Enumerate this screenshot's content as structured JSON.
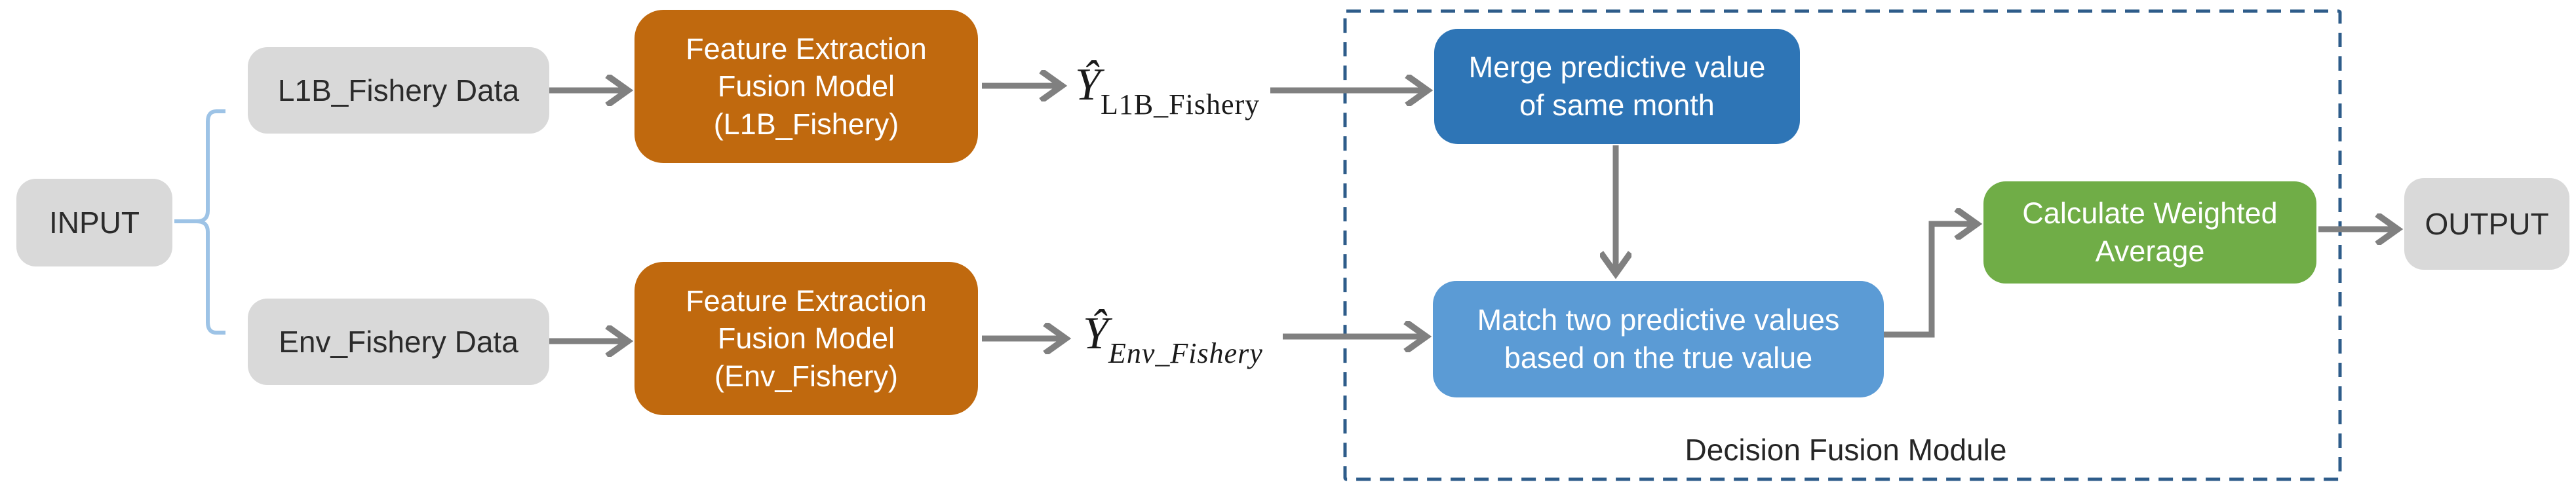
{
  "diagram": {
    "input_label": "INPUT",
    "output_label": "OUTPUT",
    "l1b_data_label": "L1B_Fishery Data",
    "env_data_label": "Env_Fishery Data",
    "model_l1b_label": "Feature Extraction\nFusion Model\n(L1B_Fishery)",
    "model_env_label": "Feature Extraction\nFusion Model\n(Env_Fishery)",
    "yhat_l1b": {
      "main": "Ŷ",
      "sub": "L1B_Fishery"
    },
    "yhat_env": {
      "main": "Ŷ",
      "sub": "Env_Fishery"
    },
    "merge_label": "Merge predictive value\nof same month",
    "match_label": "Match two predictive values\nbased on the true value",
    "weighted_label": "Calculate Weighted\nAverage",
    "module_label": "Decision Fusion Module",
    "colors": {
      "gray_box": "#d9d9d9",
      "orange_box": "#c0690e",
      "dark_blue_box": "#2e75b6",
      "light_blue_box": "#5b9bd5",
      "green_box": "#70ad47",
      "arrow": "#808080",
      "bracket": "#9dc3e6",
      "dashed_border": "#2e5c8a"
    }
  }
}
